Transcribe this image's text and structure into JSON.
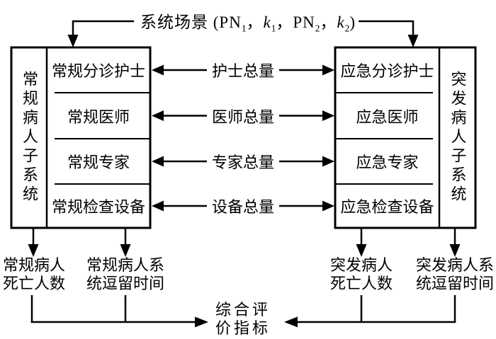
{
  "scenario": {
    "segments": [
      "系统场景 (",
      "PN",
      "1",
      "，",
      "k",
      "1",
      "，",
      "PN",
      "2",
      "，",
      "k",
      "2",
      ")"
    ]
  },
  "regular_subsystem": {
    "title": "常规病人子系统",
    "rows": [
      "常规分诊护士",
      "常规医师",
      "常规专家",
      "常规检查设备"
    ]
  },
  "emergency_subsystem": {
    "title": "突发病人子系统",
    "rows": [
      "应急分诊护士",
      "应急医师",
      "应急专家",
      "应急检查设备"
    ]
  },
  "shared_resources": [
    "护士总量",
    "医师总量",
    "专家总量",
    "设备总量"
  ],
  "outputs": {
    "regular_deaths": {
      "line1": "常规病人",
      "line2": "死亡人数"
    },
    "regular_stay": {
      "line1": "常规病人系",
      "line2": "统逗留时间"
    },
    "emergency_deaths": {
      "line1": "突发病人",
      "line2": "死亡人数"
    },
    "emergency_stay": {
      "line1": "突发病人系",
      "line2": "统逗留时间"
    }
  },
  "evaluation_index": {
    "line1": "综合评",
    "line2": "价指标"
  },
  "colors": {
    "line": "#000000",
    "background": "#ffffff"
  }
}
